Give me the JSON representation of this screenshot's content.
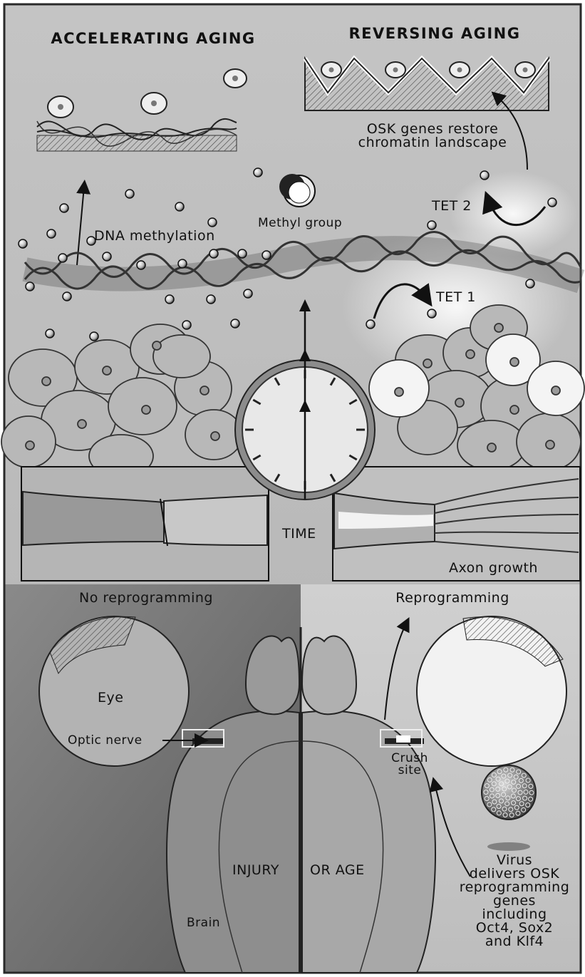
{
  "labels": {
    "accelerating": "ACCELERATING AGING",
    "reversing": "REVERSING AGING",
    "osk_restore": "OSK genes restore\nchromatin landscape",
    "methyl_group": "Methyl group",
    "dna_methylation": "DNA methylation",
    "tet2": "TET 2",
    "tet1": "TET 1",
    "time": "TIME",
    "axon_growth": "Axon growth",
    "no_reprogramming": "No reprogramming",
    "reprogramming": "Reprogramming",
    "eye": "Eye",
    "optic_nerve": "Optic nerve",
    "crush_site": "Crush\nsite",
    "injury": "INJURY",
    "or_age": "OR AGE",
    "brain": "Brain",
    "virus_text": "Virus\ndelivers OSK\nreprogramming\ngenes including\nOct4, Sox2\nand Klf4"
  },
  "colors": {
    "border": "#2a2a2a",
    "bg_top": "#bdbdbd",
    "bg_left_dark": "#6e6e6e",
    "bg_right_light": "#c9c9c9",
    "ink": "#111111"
  }
}
